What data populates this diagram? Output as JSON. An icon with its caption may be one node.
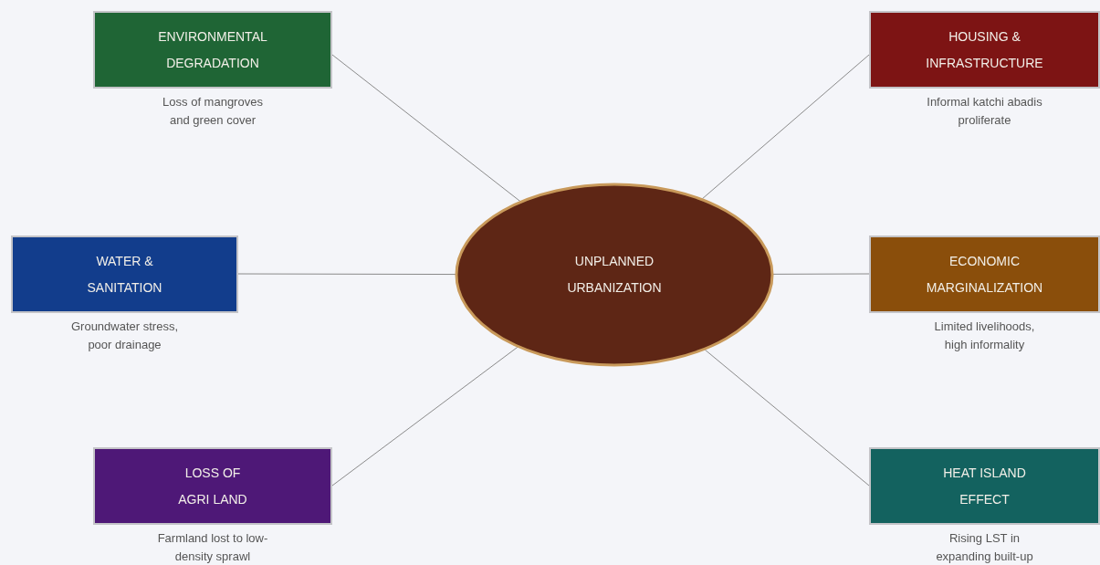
{
  "diagram": {
    "nodes": [
      {
        "text": [
          "ENVIRONMENTAL DEGRADATION"
        ],
        "beside": [
          "Loss of mangroves and green cover"
        ]
      },
      {
        "text": [
          "HOUSING & INFRASTRUCTURE"
        ],
        "beside": [
          "Informal katchi abadis proliferate"
        ]
      },
      {
        "text": [
          "WATER & SANITATION"
        ],
        "beside": [
          "Groundwater stress, poor drainage"
        ]
      },
      {
        "text": [
          "UNPLANNED URBANIZATION"
        ]
      },
      {
        "text": [
          "ECONOMIC MARGINALIZATION"
        ],
        "beside": [
          "Limited livelihoods, high informality"
        ]
      },
      {
        "text": [
          "LOSS OF AGRI LAND"
        ],
        "beside": [
          "Farmland lost to low-density sprawl"
        ]
      },
      {
        "text": [
          "HEAT ISLAND EFFECT"
        ],
        "beside": [
          "Rising LST in expanding built-up"
        ]
      }
    ],
    "edges": [
      {
        "from": 3,
        "to": 0,
        "arrow": "none"
      },
      {
        "from": 3,
        "to": 1,
        "arrow": "none"
      },
      {
        "from": 3,
        "to": 2,
        "arrow": "none"
      },
      {
        "from": 3,
        "to": 4,
        "arrow": "none"
      },
      {
        "from": 3,
        "to": 5,
        "arrow": "none"
      },
      {
        "from": 3,
        "to": 6,
        "arrow": "none"
      }
    ]
  }
}
